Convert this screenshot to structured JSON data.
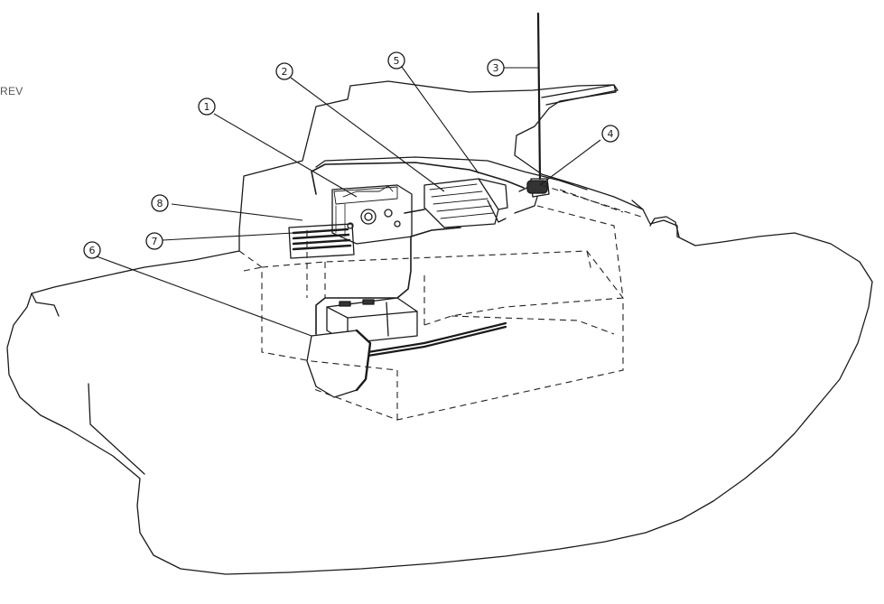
{
  "nav": {
    "prev_label": "REV"
  },
  "callouts": [
    {
      "id": "1",
      "label": "1"
    },
    {
      "id": "2",
      "label": "2"
    },
    {
      "id": "3",
      "label": "3"
    },
    {
      "id": "4",
      "label": "4"
    },
    {
      "id": "5",
      "label": "5"
    },
    {
      "id": "6",
      "label": "6"
    },
    {
      "id": "7",
      "label": "7"
    },
    {
      "id": "8",
      "label": "8"
    }
  ],
  "colors": {
    "ink": "#1a1a1a",
    "paper": "#ffffff",
    "hull_dash": "#222222"
  }
}
